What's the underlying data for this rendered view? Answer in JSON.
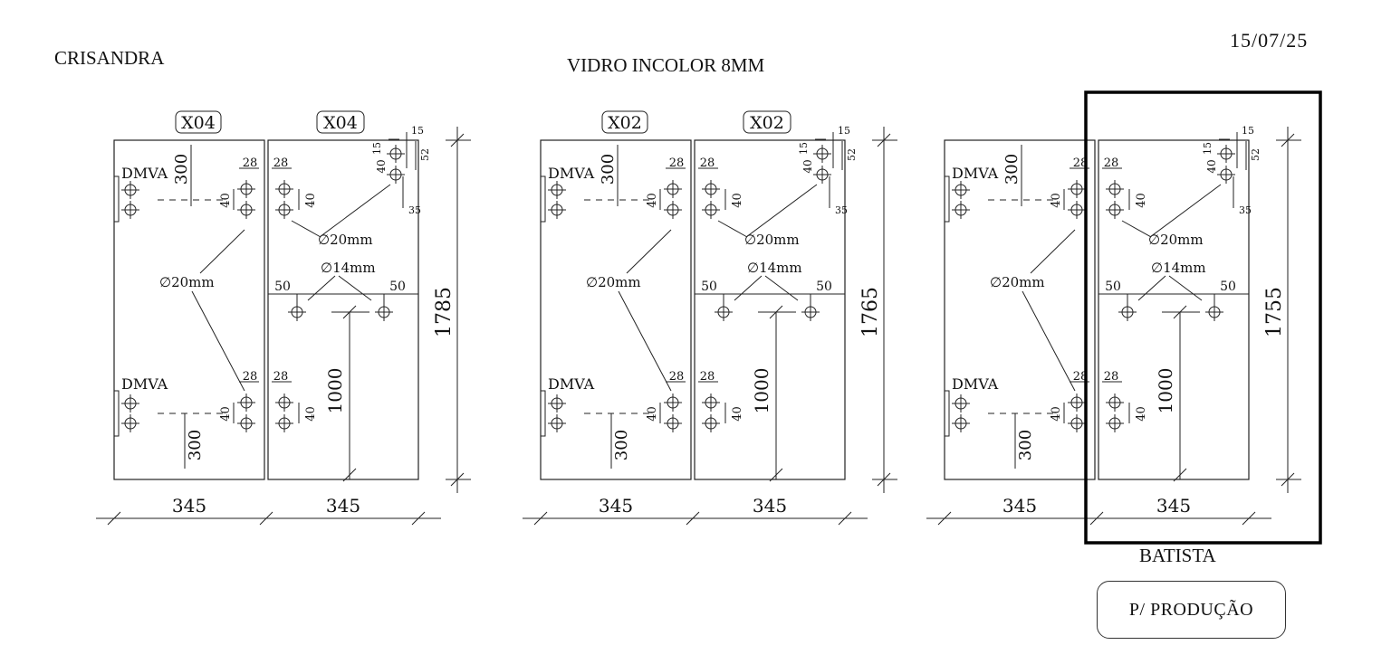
{
  "header": {
    "client": "CRISANDRA",
    "material": "VIDRO INCOLOR 8MM",
    "date": "15/07/25"
  },
  "footer": {
    "signature": "BATISTA",
    "status": "P/ PRODUÇÃO"
  },
  "colors": {
    "line": "#222222",
    "highlight": "#000000"
  },
  "highlighted_set": 2,
  "sets": [
    {
      "left_qty": "X04",
      "right_qty": "X04",
      "left_width": "345",
      "right_width": "345",
      "height": "1785",
      "hinge_label_top": "DMVA",
      "hinge_label_bottom": "DMVA",
      "hinge_offset_top": "300",
      "hinge_offset_bottom": "300",
      "hole_edge_left": "28",
      "hole_edge_right": "28",
      "hole_pitch_left": "40",
      "hole_pitch_right": "40",
      "hole_diameter_left": "∅20mm",
      "hole_diameter_right": "∅20mm",
      "handle_diameter": "∅14mm",
      "handle_offset_left": "50",
      "handle_offset_right": "50",
      "handle_height": "1000",
      "corner_top": "15",
      "corner_side": "15",
      "corner_pitch": "40",
      "corner_width": "52",
      "corner_depth": "35"
    },
    {
      "left_qty": "X02",
      "right_qty": "X02",
      "left_width": "345",
      "right_width": "345",
      "height": "1765",
      "hinge_label_top": "DMVA",
      "hinge_label_bottom": "DMVA",
      "hinge_offset_top": "300",
      "hinge_offset_bottom": "300",
      "hole_edge_left": "28",
      "hole_edge_right": "28",
      "hole_pitch_left": "40",
      "hole_pitch_right": "40",
      "hole_diameter_left": "∅20mm",
      "hole_diameter_right": "∅20mm",
      "handle_diameter": "∅14mm",
      "handle_offset_left": "50",
      "handle_offset_right": "50",
      "handle_height": "1000",
      "corner_top": "15",
      "corner_side": "15",
      "corner_pitch": "40",
      "corner_width": "52",
      "corner_depth": "35"
    },
    {
      "left_qty": "",
      "right_qty": "",
      "left_width": "345",
      "right_width": "345",
      "height": "1755",
      "hinge_label_top": "DMVA",
      "hinge_label_bottom": "DMVA",
      "hinge_offset_top": "300",
      "hinge_offset_bottom": "300",
      "hole_edge_left": "28",
      "hole_edge_right": "28",
      "hole_pitch_left": "40",
      "hole_pitch_right": "40",
      "hole_diameter_left": "∅20mm",
      "hole_diameter_right": "∅20mm",
      "handle_diameter": "∅14mm",
      "handle_offset_left": "50",
      "handle_offset_right": "50",
      "handle_height": "1000",
      "corner_top": "15",
      "corner_side": "15",
      "corner_pitch": "40",
      "corner_width": "52",
      "corner_depth": "35"
    }
  ]
}
